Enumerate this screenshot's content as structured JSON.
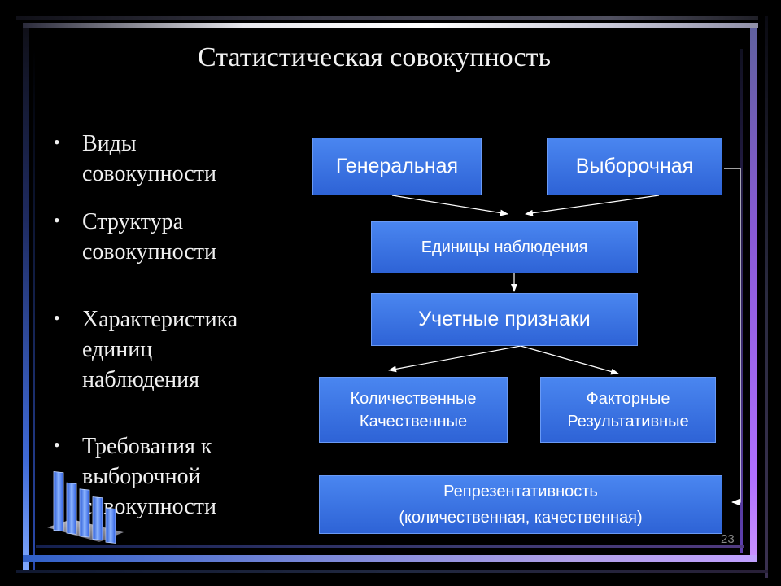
{
  "slide": {
    "title": "Статистическая совокупность",
    "page_number": "23"
  },
  "bullets": [
    {
      "symbol": "•",
      "lines": [
        "Виды",
        "совокупности"
      ]
    },
    {
      "symbol": "•",
      "lines": [
        "Структура",
        "совокупности"
      ]
    },
    {
      "symbol": "•",
      "lines": [
        "Характеристика",
        "единиц",
        "наблюдения"
      ]
    },
    {
      "symbol": "•",
      "lines": [
        "Требования к",
        "выборочной",
        "совокупности"
      ]
    }
  ],
  "diagram": {
    "general": "Генеральная",
    "sample": "Выборочная",
    "units": "Единицы наблюдения",
    "features": "Учетные признаки",
    "quant_qual": [
      "Количественные",
      "Качественные"
    ],
    "factor_result": [
      "Факторные",
      "Результативные"
    ],
    "represent": [
      "Репрезентативность",
      "(количественная, качественная)"
    ]
  },
  "colors": {
    "box_fill": "#3a72e4",
    "background": "#000000",
    "text": "#ffffff"
  },
  "icons": {
    "logo": "bar-chart-logo-icon"
  }
}
